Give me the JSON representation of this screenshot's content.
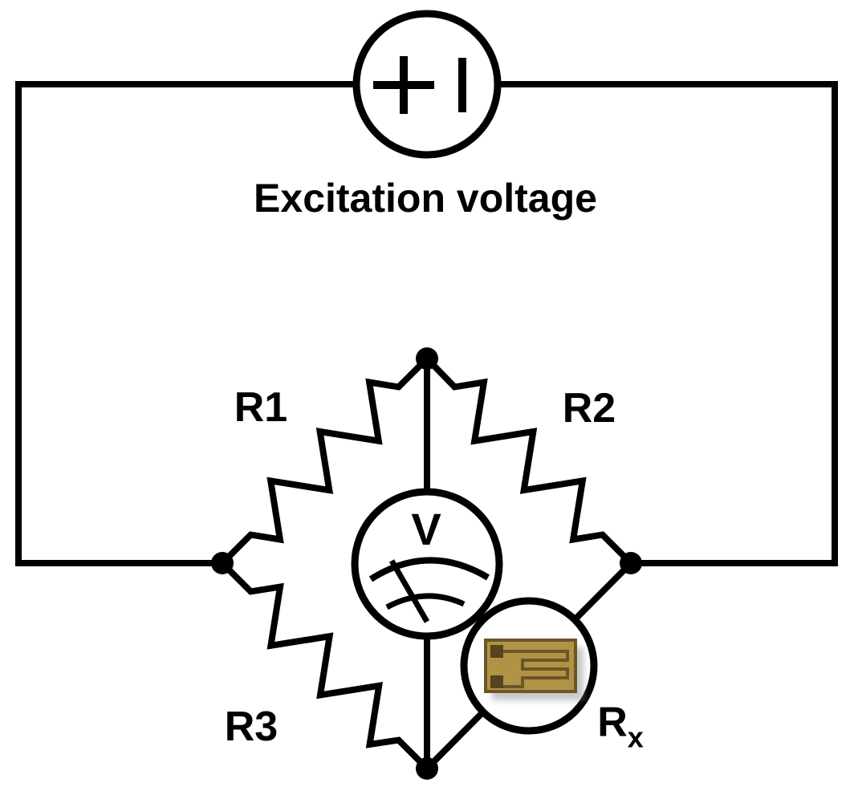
{
  "labels": {
    "excitation": "Excitation voltage",
    "r1": "R1",
    "r2": "R2",
    "r3": "R3",
    "rx_base": "R",
    "rx_sub": "x",
    "meter": "V"
  },
  "components": {
    "source": "voltage source (+ | symbol)",
    "meter": "voltmeter with scale and needle",
    "rx": "strain gauge element"
  },
  "colors": {
    "wire": "#000000",
    "background": "#ffffff",
    "gauge_body": "#b29245",
    "gauge_trace": "#6b5627",
    "gauge_pads": "#564320",
    "gauge_shadow": "#9a9a9a"
  }
}
